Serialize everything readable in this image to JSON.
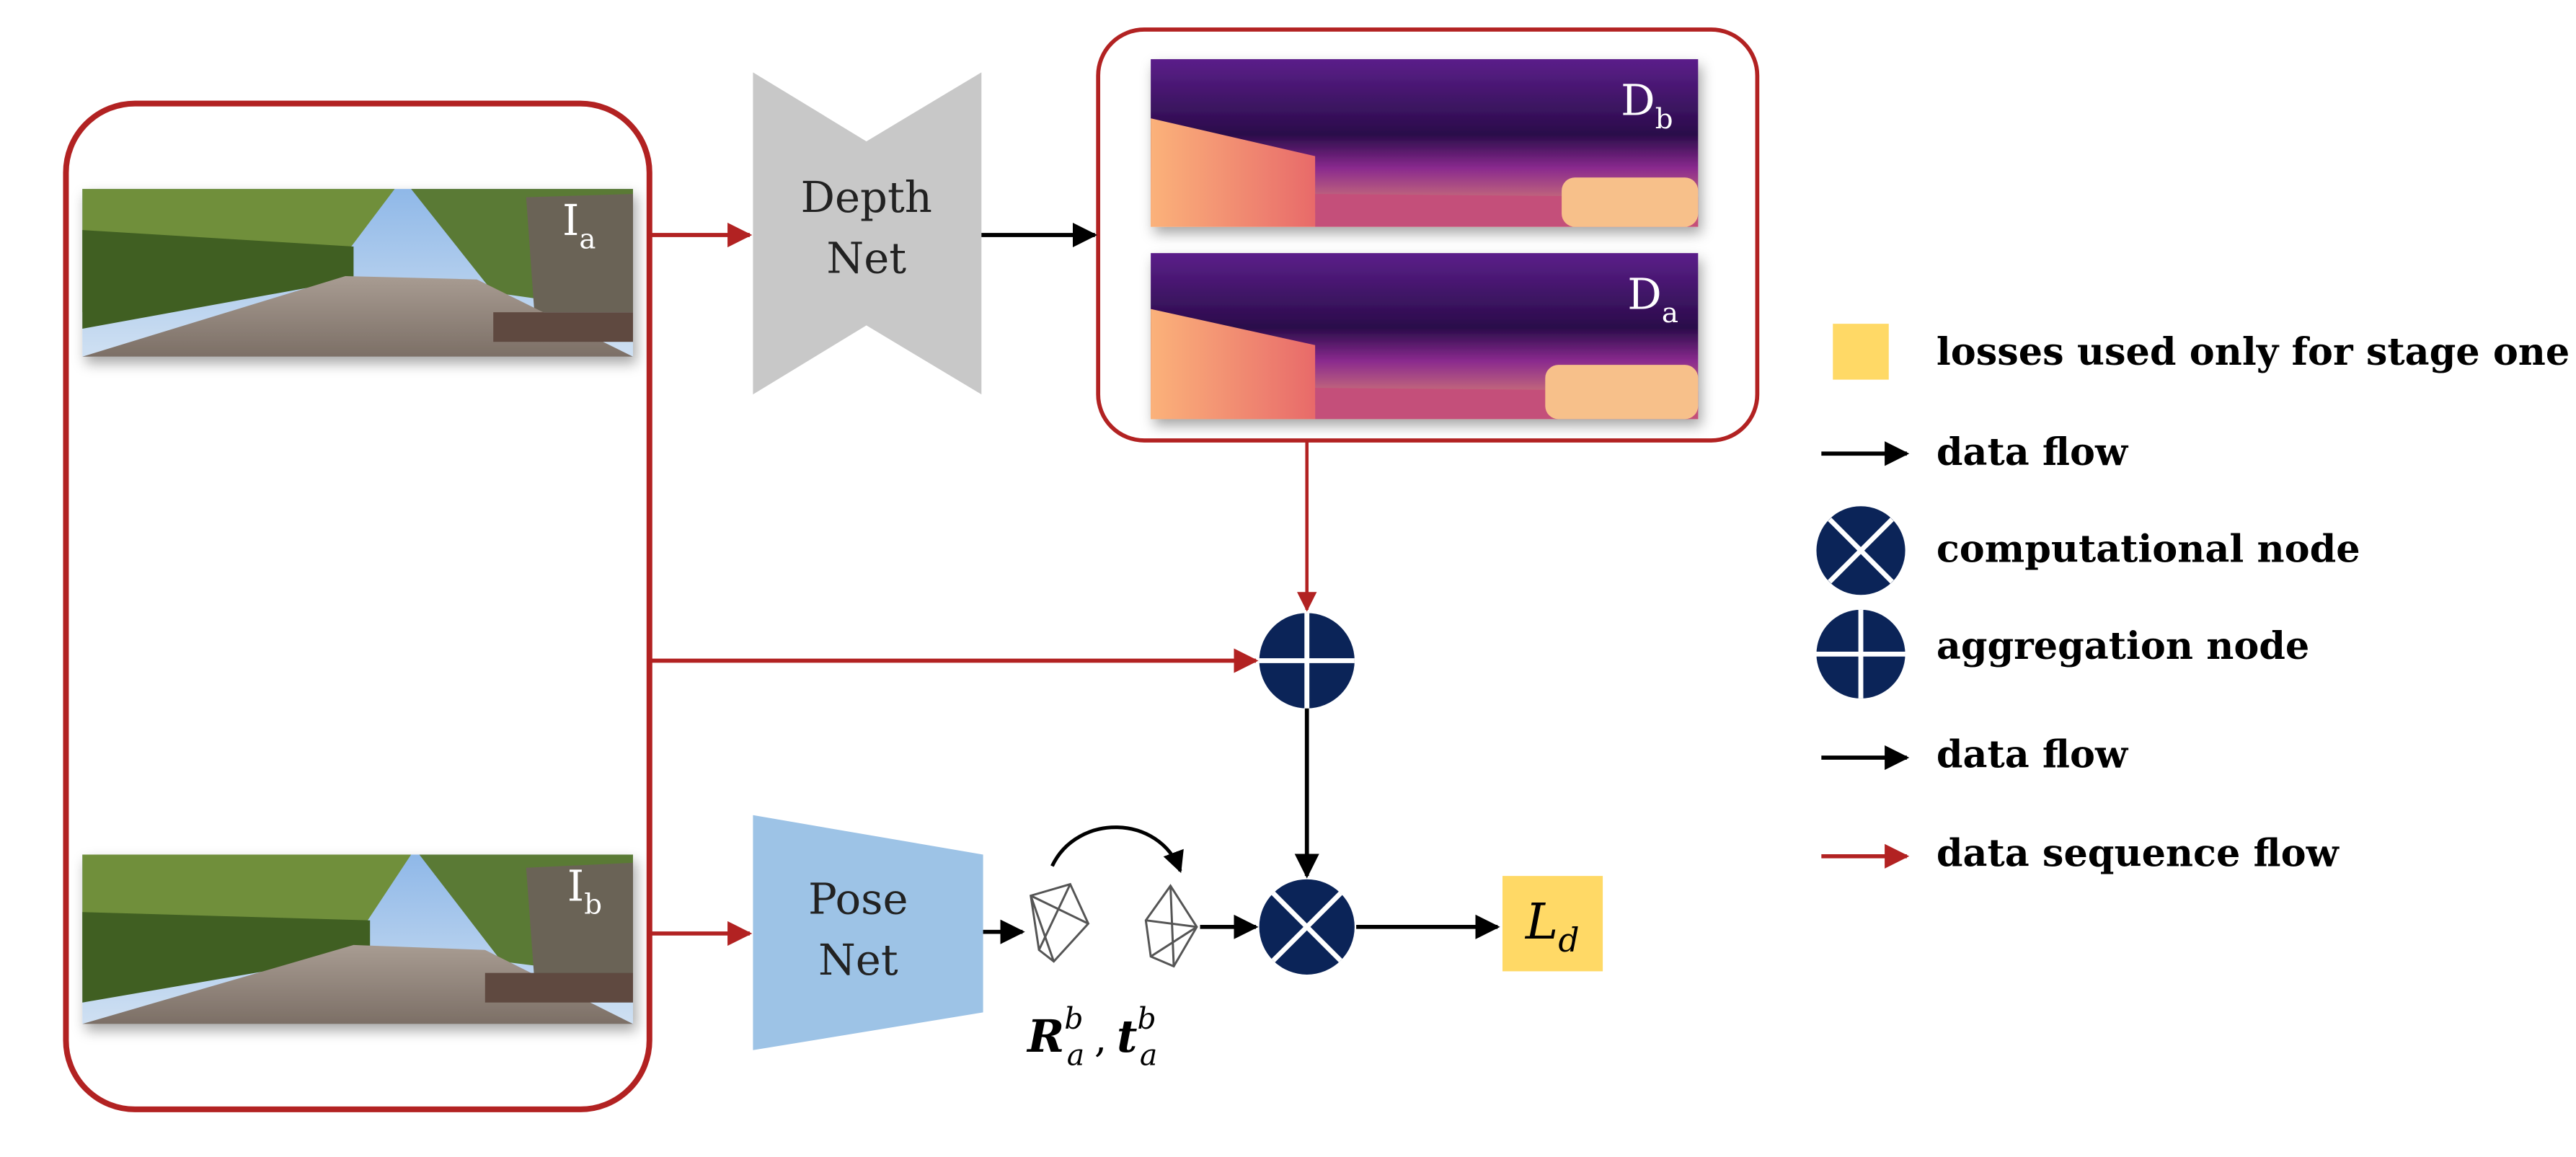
{
  "colors": {
    "frame_red": "#b22222",
    "depth_net_gray": "#c8c8c8",
    "pose_net_blue": "#9dc3e6",
    "node_navy": "#0b2458",
    "loss_yellow": "#ffd966",
    "black": "#000000"
  },
  "images": {
    "image_a_label": "I",
    "image_a_sub": "a",
    "image_b_label": "I",
    "image_b_sub": "b",
    "depth_b_label": "D",
    "depth_b_sub": "b",
    "depth_a_label": "D",
    "depth_a_sub": "a"
  },
  "nets": {
    "depth_line1": "Depth",
    "depth_line2": "Net",
    "pose_line1": "Pose",
    "pose_line2": "Net"
  },
  "pose_output": {
    "R": "R",
    "R_sup": "b",
    "R_sub": "a",
    "comma": ",",
    "t": "t",
    "t_sup": "b",
    "t_sub": "a"
  },
  "loss": {
    "L": "L",
    "L_sub": "d"
  },
  "legend": {
    "items": [
      {
        "icon": "yellow-square-icon",
        "label": "losses used only for stage one"
      },
      {
        "icon": "black-arrow-icon",
        "label": "data flow"
      },
      {
        "icon": "computational-node-icon",
        "label": "computational node"
      },
      {
        "icon": "aggregation-node-icon",
        "label": "aggregation node"
      },
      {
        "icon": "black-arrow-icon",
        "label": "data flow"
      },
      {
        "icon": "red-arrow-icon",
        "label": "data sequence flow"
      }
    ]
  }
}
